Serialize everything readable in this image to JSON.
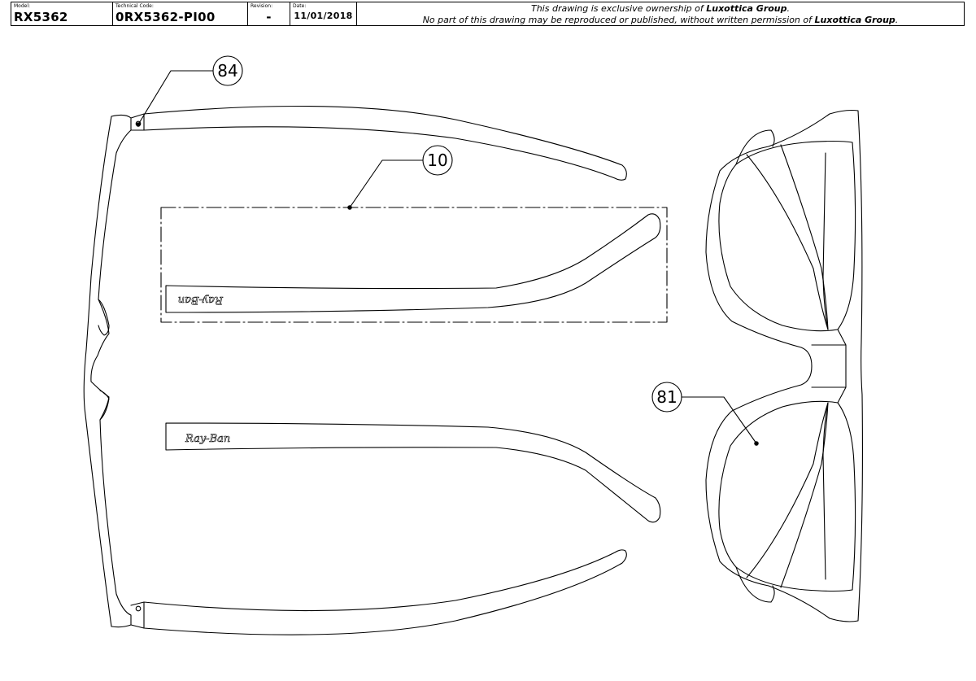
{
  "title_block": {
    "model_label": "Model:",
    "model_value": "RX5362",
    "technical_code_label": "Technical Code:",
    "technical_code_value": "0RX5362-PI00",
    "revision_label": "Revision:",
    "revision_value": "-",
    "date_label": "Date:",
    "date_value": "11/01/2018",
    "ownership_line1_prefix": "This drawing is exclusive ownership of ",
    "ownership_brand": "Luxottica Group",
    "ownership_line1_suffix": ".",
    "ownership_line2_prefix": "No part of this drawing may be reproduced or published, without written permission of ",
    "ownership_line2_brand": "Luxottica Group",
    "ownership_line2_suffix": "."
  },
  "callouts": {
    "hinge": "84",
    "temple": "10",
    "lens": "81"
  },
  "temple_logo": {
    "upper": "Ray-Ban",
    "lower": "Ray-Ban"
  },
  "colors": {
    "line": "#000000",
    "background": "#ffffff"
  }
}
